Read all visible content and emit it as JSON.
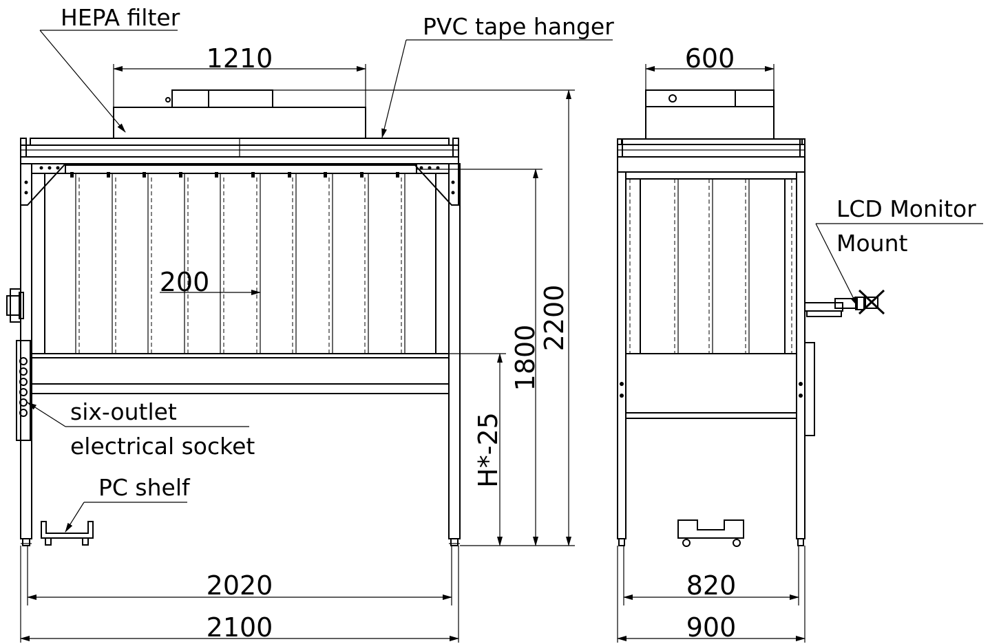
{
  "labels": {
    "hepa_filter": "HEPA filter",
    "pvc_tape_hanger": "PVC tape hanger",
    "lcd_monitor_line1": "LCD Monitor",
    "lcd_monitor_line2": "Mount",
    "six_outlet_line1": "six-outlet",
    "six_outlet_line2": "electrical socket",
    "pc_shelf": "PC shelf"
  },
  "dimensions": {
    "front_filter_width": "1210",
    "side_filter_width": "600",
    "strip_spacing": "200",
    "overall_height": "2200",
    "curtain_height": "1800",
    "working_height": "H*-25",
    "front_inner_width": "2020",
    "front_outer_width": "2100",
    "side_inner_width": "820",
    "side_outer_width": "900"
  }
}
